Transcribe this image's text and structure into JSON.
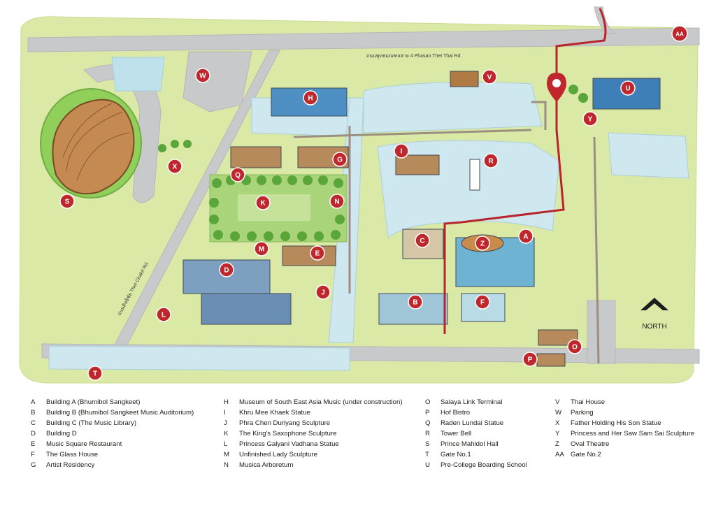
{
  "map": {
    "road_label_top": "ถนนพุทธมณฑลสาย 4 Phasan Thet Thai Rd.",
    "road_label_left": "ถนนสิทธิชัย Thet Chakri Rd.",
    "north_label": "NORTH",
    "colors": {
      "grass": "#dbe9a6",
      "water": "#cfe7ee",
      "road": "#c7c9cb",
      "route": "#b8242b",
      "marker": "#c0272d",
      "marker_text": "#ffffff",
      "trees": "#5aa63a",
      "buildings": "#4e8fc4"
    },
    "markers": [
      {
        "code": "A"
      },
      {
        "code": "B"
      },
      {
        "code": "C"
      },
      {
        "code": "D"
      },
      {
        "code": "E"
      },
      {
        "code": "F"
      },
      {
        "code": "G"
      },
      {
        "code": "H"
      },
      {
        "code": "I"
      },
      {
        "code": "J"
      },
      {
        "code": "K"
      },
      {
        "code": "L"
      },
      {
        "code": "M"
      },
      {
        "code": "N"
      },
      {
        "code": "O"
      },
      {
        "code": "P"
      },
      {
        "code": "Q"
      },
      {
        "code": "R"
      },
      {
        "code": "S"
      },
      {
        "code": "T"
      },
      {
        "code": "U"
      },
      {
        "code": "V"
      },
      {
        "code": "W"
      },
      {
        "code": "X"
      },
      {
        "code": "Y"
      },
      {
        "code": "Z"
      },
      {
        "code": "AA"
      }
    ]
  },
  "legend": {
    "columns": [
      [
        {
          "code": "A",
          "label": "Building A (Bhumibol Sangkeet)"
        },
        {
          "code": "B",
          "label": "Building B (Bhumibol Sangkeet Music Auditorium)"
        },
        {
          "code": "C",
          "label": "Building C (The Music Library)"
        },
        {
          "code": "D",
          "label": "Building D"
        },
        {
          "code": "E",
          "label": "Music Square Restaurant"
        },
        {
          "code": "F",
          "label": "The Glass House"
        },
        {
          "code": "G",
          "label": "Artist Residency"
        }
      ],
      [
        {
          "code": "H",
          "label": "Museum of South East Asia Music (under construction)"
        },
        {
          "code": "I",
          "label": "Khru Mee Khaek Statue"
        },
        {
          "code": "J",
          "label": "Phra Chen Duriyang Sculpture"
        },
        {
          "code": "K",
          "label": "The King's Saxophone Sculpture"
        },
        {
          "code": "L",
          "label": "Princess Galyani Vadhana Statue"
        },
        {
          "code": "M",
          "label": "Unfinished Lady Sculpture"
        },
        {
          "code": "N",
          "label": "Musica Arboretum"
        }
      ],
      [
        {
          "code": "O",
          "label": "Salaya Link Terminal"
        },
        {
          "code": "P",
          "label": "Hof Bistro"
        },
        {
          "code": "Q",
          "label": "Raden Lundai Statue"
        },
        {
          "code": "R",
          "label": "Tower Bell"
        },
        {
          "code": "S",
          "label": "Prince Mahidol Hall"
        },
        {
          "code": "T",
          "label": "Gate No.1"
        },
        {
          "code": "U",
          "label": "Pre-College Boarding School"
        }
      ],
      [
        {
          "code": "V",
          "label": "Thai House"
        },
        {
          "code": "W",
          "label": "Parking"
        },
        {
          "code": "X",
          "label": "Father Holding His Son Statue"
        },
        {
          "code": "Y",
          "label": "Princess and Her Saw Sam Sai Sculpture"
        },
        {
          "code": "Z",
          "label": "Oval Theatre"
        },
        {
          "code": "AA",
          "label": "Gate No.2"
        }
      ]
    ]
  }
}
